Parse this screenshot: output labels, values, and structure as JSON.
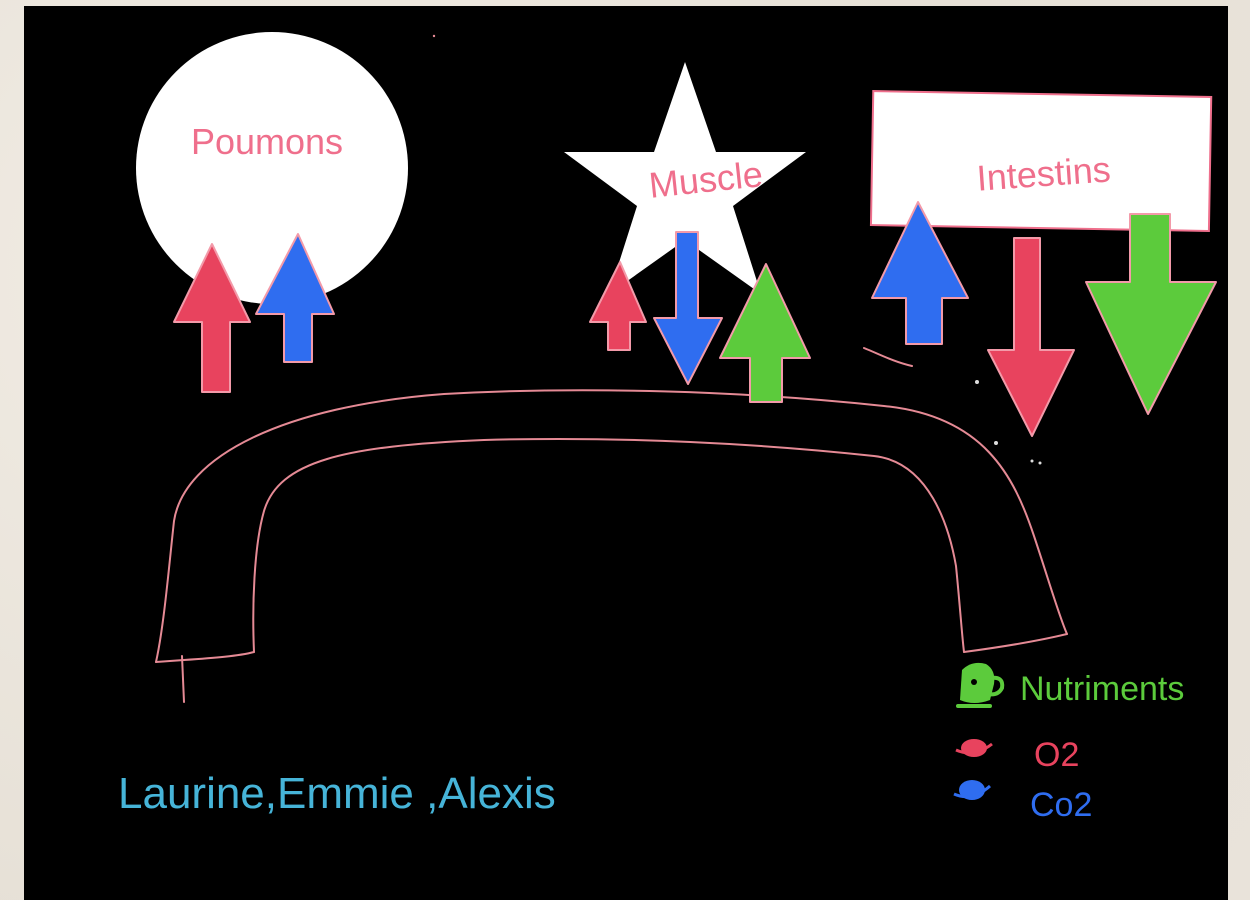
{
  "labels": {
    "lungs": "Poumons",
    "muscle": "Muscle",
    "intestines": "Intestins"
  },
  "authors": "Laurine,Emmie ,Alexis",
  "legend": [
    {
      "label": "Nutriments",
      "icon": "nutrient-icon",
      "color": "#5ccb3c"
    },
    {
      "label": "O2",
      "icon": "oxygen-icon",
      "color": "#e8435e"
    },
    {
      "label": "Co2",
      "icon": "co2-icon",
      "color": "#2f6df0"
    }
  ],
  "colors": {
    "background": "#000000",
    "label_text": "#ef6f8c",
    "authors_text": "#46b4d8",
    "vessel_stroke": "#e58a95",
    "shape_fill": "#ffffff"
  }
}
